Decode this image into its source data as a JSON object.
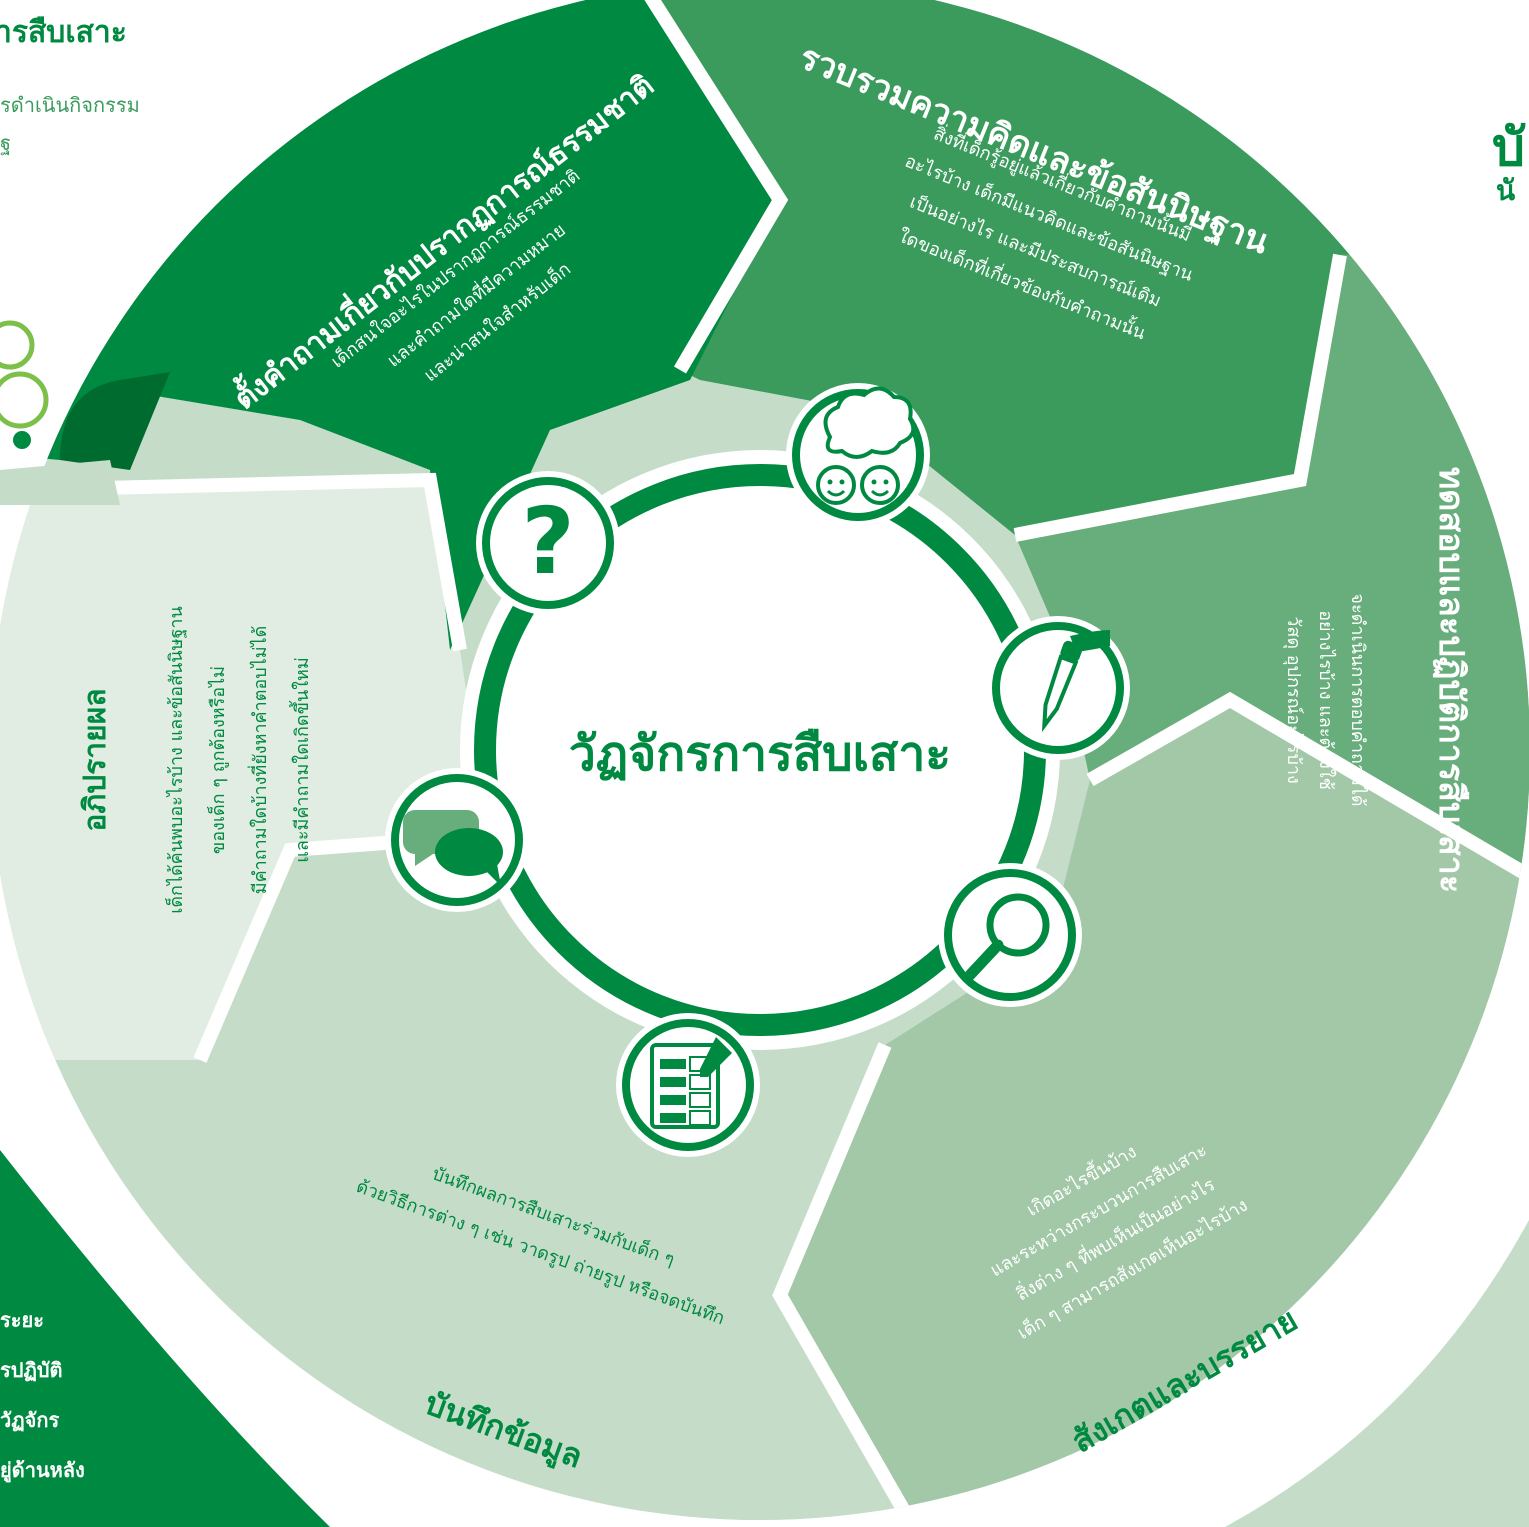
{
  "center": {
    "title": "วัฏจักรการสืบเสาะ"
  },
  "colors": {
    "dark": "#008940",
    "mid": "#3a9b5d",
    "mid2": "#68ad7c",
    "light": "#a2c8a8",
    "lighter": "#c5ddc8",
    "lightest": "#e1ede3",
    "white": "#ffffff"
  },
  "segments": [
    {
      "id": "ask",
      "title": "ตั้งคำถามเกี่ยวกับปรากฏการณ์ธรรมชาติ",
      "lines": [
        "เด็กสนใจอะไรในปรากฏการณ์ธรรมชาติ",
        "และคำถามใดที่มีความหมาย",
        "และน่าสนใจสำหรับเด็ก"
      ],
      "icon": "question-mark-icon"
    },
    {
      "id": "gather",
      "title": "รวบรวมความคิดและข้อสันนิษฐาน",
      "lines": [
        "สิ่งที่เด็กรู้อยู่แล้วเกี่ยวกับคำถามนั้นมี",
        "อะไรบ้าง เด็กมีแนวคิดและข้อสันนิษฐาน",
        "เป็นอย่างไร และมีประสบการณ์เดิม",
        "ใดของเด็กที่เกี่ยวข้องกับคำถามนั้น"
      ],
      "icon": "thought-bubble-icon"
    },
    {
      "id": "test",
      "title": "ทดสอบและปฏิบัติการสืบเสาะ",
      "lines": [
        "จะดำเนินการตอบคำถามได้",
        "อย่างไรบ้าง และต้องใช้",
        "วัสดุ อุปกรณ์อะไรบ้าง"
      ],
      "icon": "dropper-icon"
    },
    {
      "id": "observe",
      "title": "สังเกตและบรรยาย",
      "lines": [
        "เกิดอะไรขึ้นบ้าง",
        "และระหว่างกระบวนการสืบเสาะ",
        "สิ่งต่าง ๆ ที่พบเห็นเป็นอย่างไร",
        "เด็ก ๆ สามารถสังเกตเห็นอะไรบ้าง"
      ],
      "icon": "magnifier-icon"
    },
    {
      "id": "record",
      "title": "บันทึกข้อมูล",
      "lines": [
        "บันทึกผลการสืบเสาะร่วมกับเด็ก ๆ",
        "ด้วยวิธีการต่าง ๆ เช่น วาดรูป ถ่ายรูป หรือจดบันทึก"
      ],
      "icon": "checklist-icon"
    },
    {
      "id": "discuss",
      "title": "อภิปรายผล",
      "lines": [
        "เด็กได้ค้นพบอะไรบ้าง และข้อสันนิษฐาน",
        "ของเด็ก ๆ ถูกต้องหรือไม่",
        "มีคำถามใดบ้างที่ยังหาคำตอบไม่ได้",
        "และมีคำถามใดเกิดขึ้นใหม่"
      ],
      "icon": "chat-bubbles-icon"
    }
  ],
  "corner_top_left": {
    "title": "ารสืบเสาะ",
    "line1": "รดำเนินกิจกรรม",
    "line2": "ฐ"
  },
  "corner_top_right": {
    "big": "บั",
    "small": "นั"
  },
  "corner_bottom_left": {
    "lines": [
      "ระยะ",
      "รปฏิบัติ",
      "วัฏจักร",
      "ยู่ด้านหลัง"
    ]
  }
}
